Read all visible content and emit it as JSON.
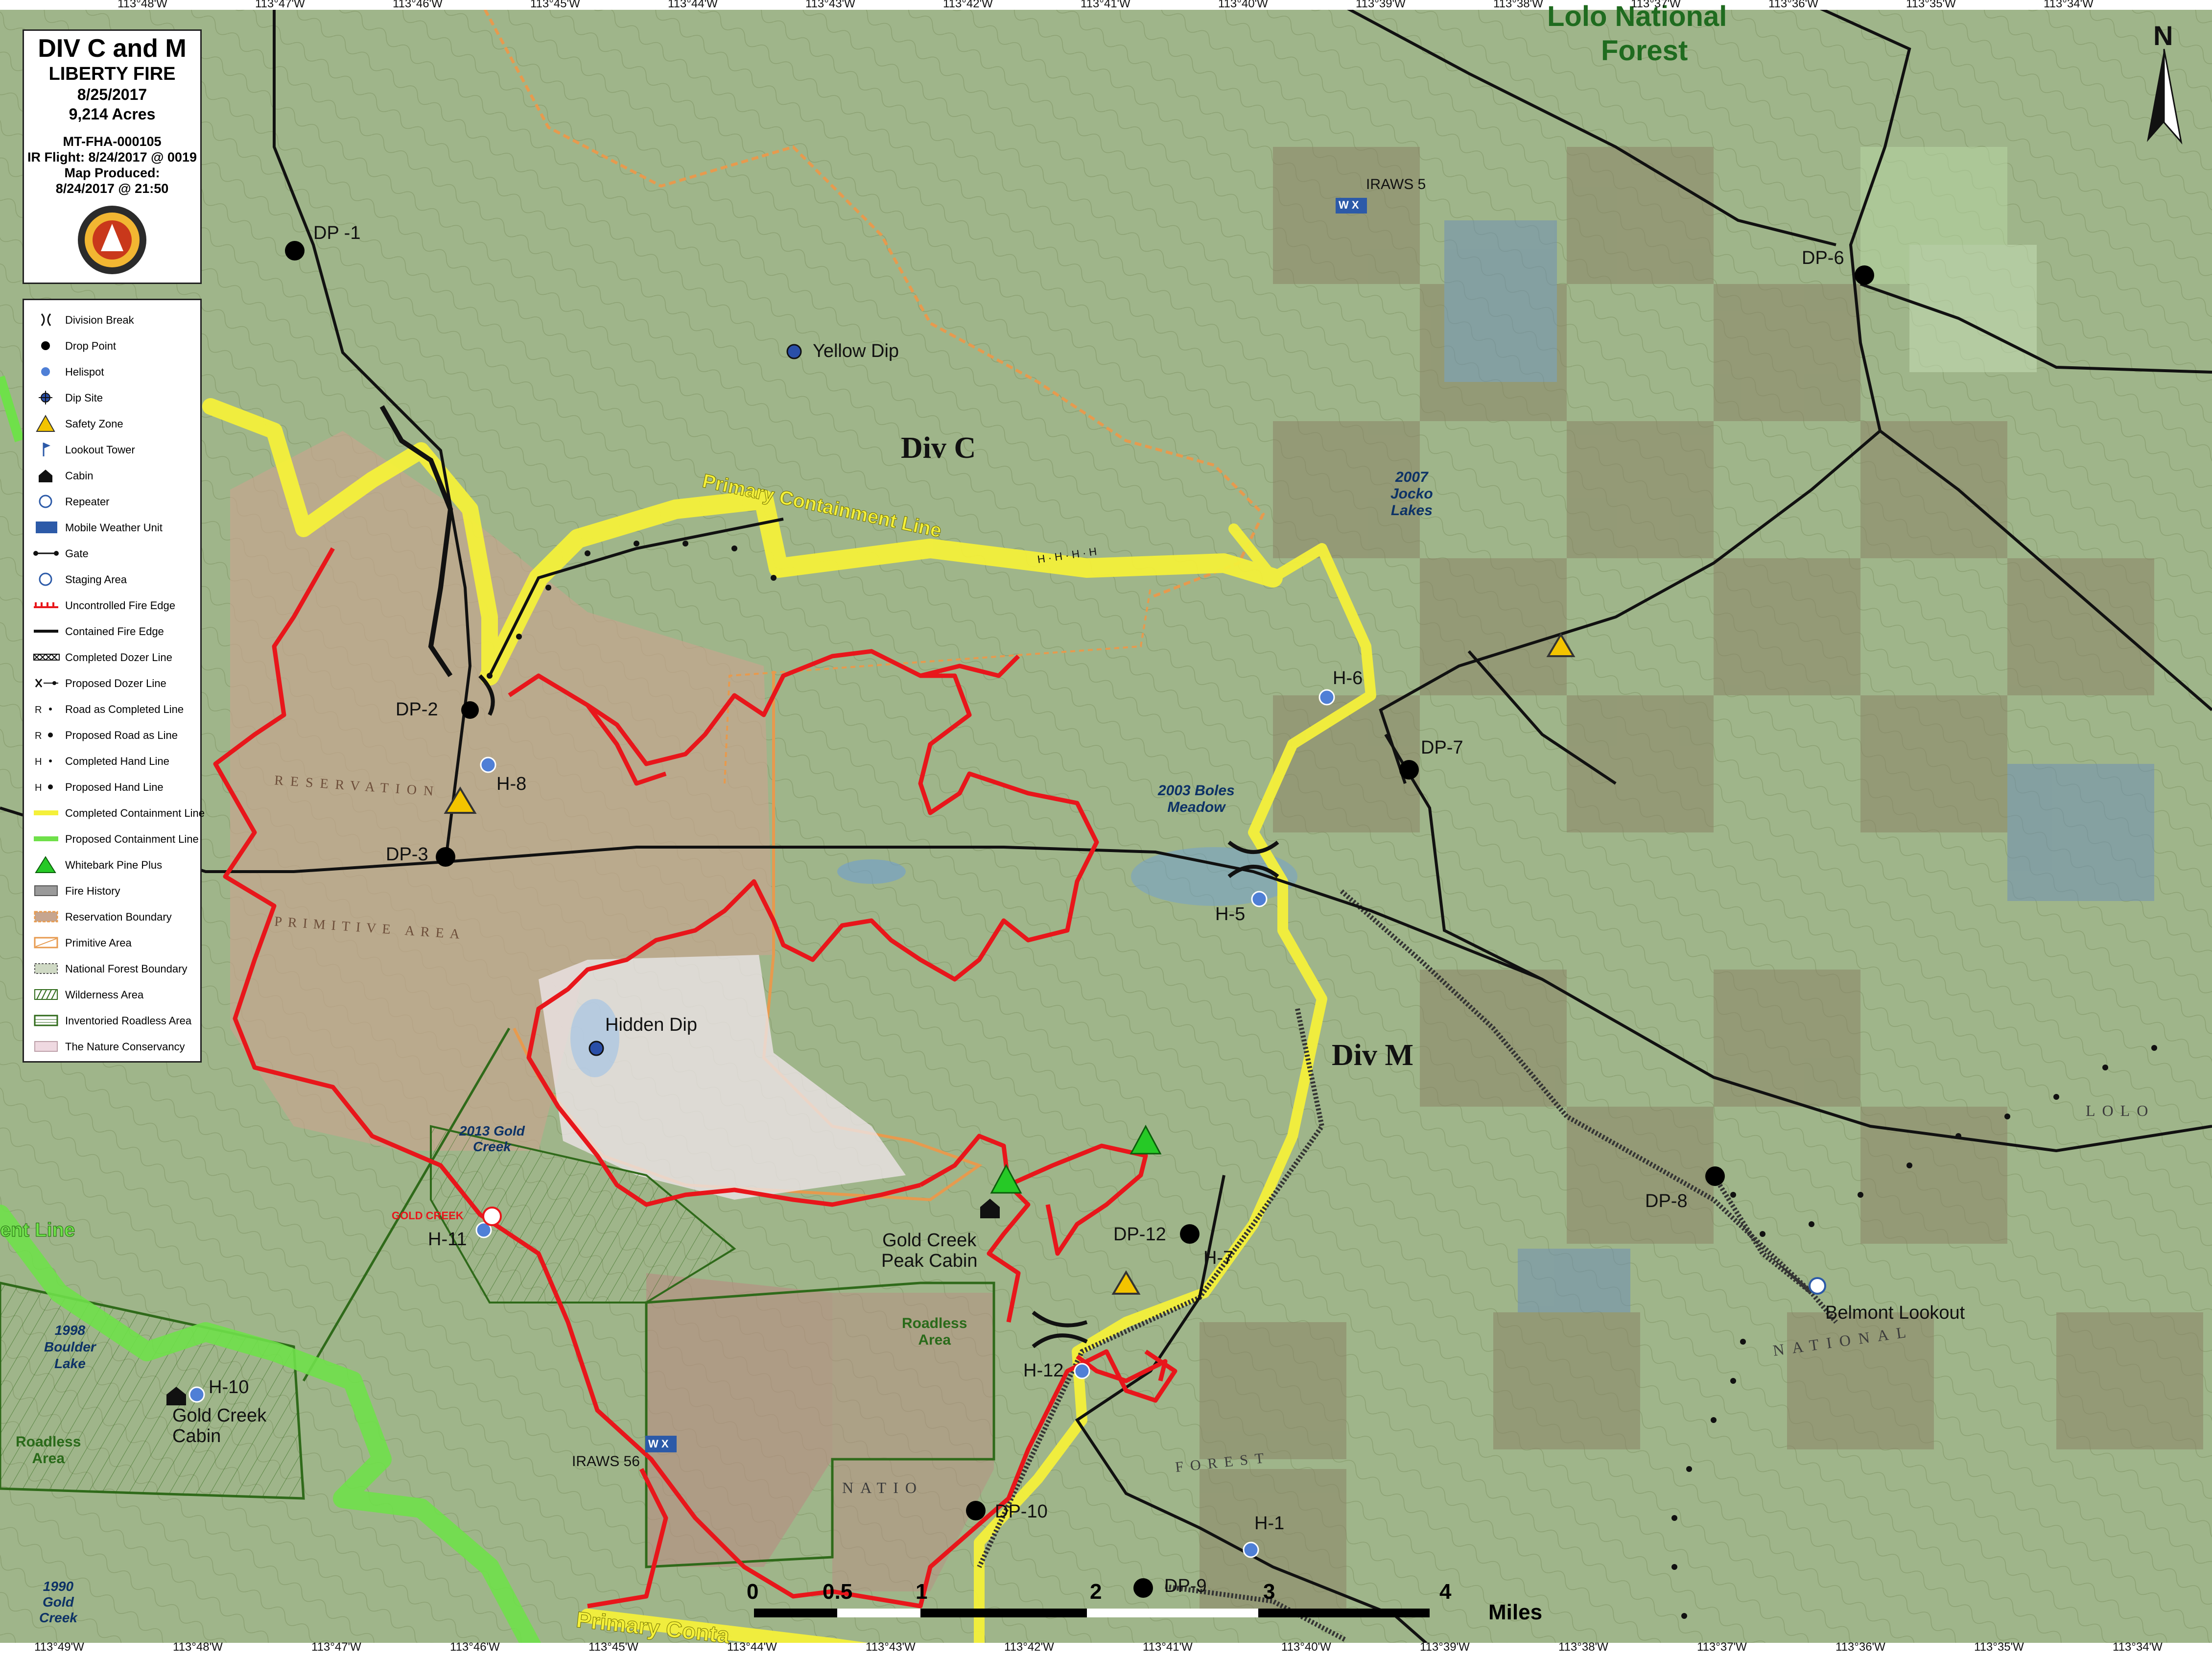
{
  "title_block": {
    "title": "DIV C and M",
    "fire_name": "LIBERTY FIRE",
    "date": "8/25/2017",
    "acres": "9,214 Acres",
    "incident_number": "MT-FHA-000105",
    "ir_flight": "IR Flight: 8/24/2017 @ 0019",
    "map_produced_label": "Map Produced:",
    "map_produced": "8/24/2017 @ 21:50"
  },
  "legend": {
    "items": [
      {
        "label": "Division Break",
        "icon": "division-break-icon"
      },
      {
        "label": "Drop Point",
        "icon": "drop-point-icon"
      },
      {
        "label": "Helispot",
        "icon": "helispot-icon"
      },
      {
        "label": "Dip Site",
        "icon": "dip-site-icon"
      },
      {
        "label": "Safety Zone",
        "icon": "safety-zone-icon"
      },
      {
        "label": "Lookout Tower",
        "icon": "lookout-tower-icon"
      },
      {
        "label": "Cabin",
        "icon": "cabin-icon"
      },
      {
        "label": "Repeater",
        "icon": "repeater-icon"
      },
      {
        "label": "Mobile Weather Unit",
        "icon": "weather-unit-icon"
      },
      {
        "label": "Gate",
        "icon": "gate-icon"
      },
      {
        "label": "Staging Area",
        "icon": "staging-area-icon"
      },
      {
        "label": "Uncontrolled Fire Edge",
        "icon": "uncontrolled-edge-icon"
      },
      {
        "label": "Contained Fire Edge",
        "icon": "contained-edge-icon"
      },
      {
        "label": "Completed Dozer Line",
        "icon": "completed-dozer-icon"
      },
      {
        "label": "Proposed Dozer Line",
        "icon": "proposed-dozer-icon"
      },
      {
        "label": "Road as Completed Line",
        "icon": "road-completed-icon"
      },
      {
        "label": "Proposed Road as Line",
        "icon": "road-proposed-icon"
      },
      {
        "label": "Completed Hand Line",
        "icon": "hand-completed-icon"
      },
      {
        "label": "Proposed Hand Line",
        "icon": "hand-proposed-icon"
      },
      {
        "label": "Completed Containment Line",
        "icon": "containment-completed-icon"
      },
      {
        "label": "Proposed Containment Line",
        "icon": "containment-proposed-icon"
      },
      {
        "label": "Whitebark Pine Plus",
        "icon": "whitebark-pine-icon"
      },
      {
        "label": "Fire History",
        "icon": "fire-history-icon"
      },
      {
        "label": "Reservation Boundary",
        "icon": "reservation-boundary-icon"
      },
      {
        "label": "Primitive Area",
        "icon": "primitive-area-icon"
      },
      {
        "label": "National Forest Boundary",
        "icon": "forest-boundary-icon"
      },
      {
        "label": "Wilderness Area",
        "icon": "wilderness-area-icon"
      },
      {
        "label": "Inventoried Roadless Area",
        "icon": "roadless-area-icon"
      },
      {
        "label": "The Nature Conservancy",
        "icon": "nature-conservancy-icon"
      }
    ]
  },
  "map_labels": {
    "div_c": "Div C",
    "div_m": "Div M",
    "primary_containment_line": "Primary Containment Line",
    "primary_containment_line_bottom": "Primary Conta",
    "containment_line_fragment": "ent Line",
    "lolo_national": "Lolo National",
    "forest": "Forest",
    "yellow_dip": "Yellow Dip",
    "hidden_dip": "Hidden Dip",
    "jocko_lakes": "2007\nJocko\nLakes",
    "jocko_lakes_l1": "2007",
    "jocko_lakes_l2": "Jocko",
    "jocko_lakes_l3": "Lakes",
    "boles_meadow_l1": "2003 Boles",
    "boles_meadow_l2": "Meadow",
    "gold_creek_2013_l1": "2013 Gold",
    "gold_creek_2013_l2": "Creek",
    "boulder_lake_l1": "1998",
    "boulder_lake_l2": "Boulder",
    "boulder_lake_l3": "Lake",
    "gold_creek_1990_l1": "1990",
    "gold_creek_1990_l2": "Gold",
    "gold_creek_1990_l3": "Creek",
    "gold_creek_peak_cabin_l1": "Gold Creek",
    "gold_creek_peak_cabin_l2": "Peak Cabin",
    "gold_creek_cabin_l1": "Gold Creek",
    "gold_creek_cabin_l2": "Cabin",
    "roadless_area_l1": "Roadless",
    "roadless_area_l2": "Area",
    "belmont_lookout": "Belmont Lookout",
    "iraws5": "IRAWS 5",
    "iraws56": "IRAWS 56",
    "wx": "W X",
    "gold_creek_red": "GOLD CREEK",
    "reservation": "RESERVATION",
    "primitive_area": "PRIMITIVE   AREA",
    "national": "NATIONAL",
    "natio": "NATIO",
    "forest_small": "FOREST",
    "lolo_small": "LOLO"
  },
  "drop_points": [
    "DP -1",
    "DP-2",
    "DP-3",
    "DP-6",
    "DP-7",
    "DP-8",
    "DP-9",
    "DP-10",
    "DP-12"
  ],
  "helispots": [
    "H-1",
    "H-5",
    "H-6",
    "H-7",
    "H-8",
    "H-10",
    "H-11",
    "H-12"
  ],
  "scale_bar": {
    "labels": [
      "0",
      "0.5",
      "1",
      "2",
      "3",
      "4"
    ],
    "unit": "Miles"
  },
  "longitude_ticks_top": [
    "113°48'W",
    "113°47'W",
    "113°46'W",
    "113°45'W",
    "113°44'W",
    "113°43'W",
    "113°42'W",
    "113°41'W",
    "113°40'W",
    "113°39'W",
    "113°38'W",
    "113°37'W",
    "113°36'W",
    "113°35'W",
    "113°34'W"
  ],
  "longitude_ticks_bottom": [
    "113°49'W",
    "113°48'W",
    "113°47'W",
    "113°46'W",
    "113°45'W",
    "113°44'W",
    "113°43'W",
    "113°42'W",
    "113°41'W",
    "113°40'W",
    "113°39'W",
    "113°38'W",
    "113°37'W",
    "113°36'W",
    "113°35'W",
    "113°34'W"
  ],
  "north_arrow": "N",
  "colors": {
    "uncontrolled_edge": "#e8161b",
    "containment_line": "#f4f03a",
    "proposed_containment": "#6fe04a",
    "reservation_boundary": "#e79a4e",
    "forest_boundary": "#3b6f1e",
    "helispot": "#4f7fd6",
    "drop_point": "#000000"
  }
}
